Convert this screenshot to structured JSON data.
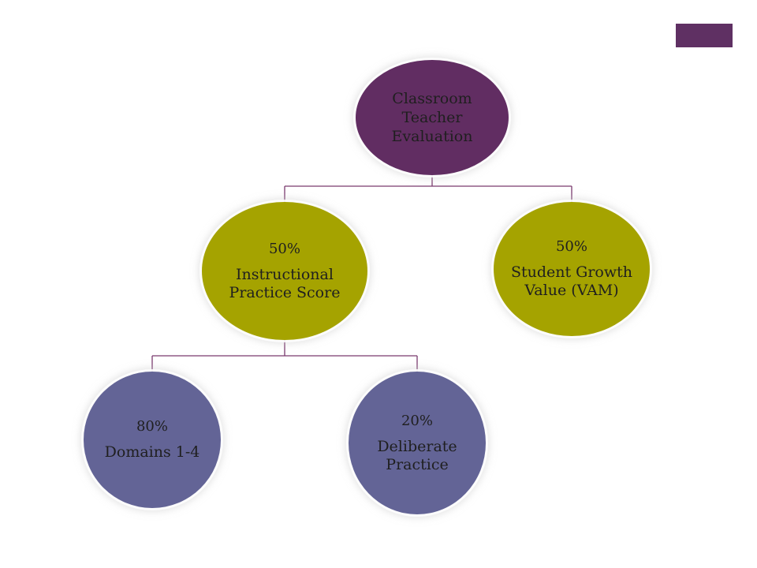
{
  "colors": {
    "root": "#612d62",
    "level2": "#a5a300",
    "level3": "#636496",
    "corner_block": "#5f3063",
    "connector": "#7a3a6e"
  },
  "nodes": {
    "root": {
      "label": "Classroom Teacher Evaluation"
    },
    "instructional": {
      "percent": "50%",
      "label": "Instructional Practice Score"
    },
    "student_growth": {
      "percent": "50%",
      "label": "Student Growth Value (VAM)"
    },
    "domains": {
      "percent": "80%",
      "label": "Domains 1-4"
    },
    "deliberate": {
      "percent": "20%",
      "label": "Deliberate Practice"
    }
  }
}
